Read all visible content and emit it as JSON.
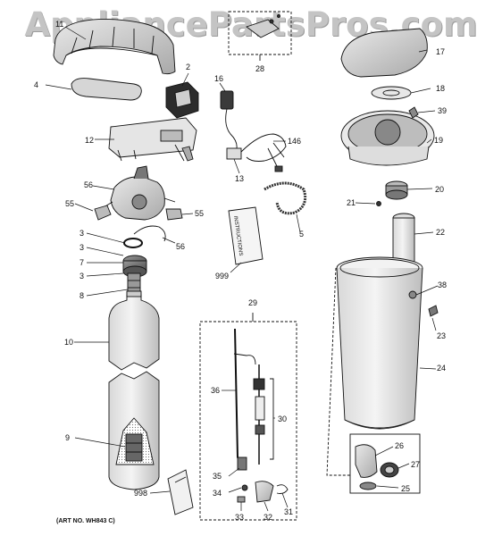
{
  "watermark": "AppliancePartsPros.com",
  "art_number": "(ART NO. WH843 C)",
  "booklet_text": "INSTRUCTIONS",
  "callouts": [
    {
      "id": "c-11",
      "label": "11"
    },
    {
      "id": "c-2",
      "label": "2"
    },
    {
      "id": "c-4",
      "label": "4"
    },
    {
      "id": "c-12",
      "label": "12"
    },
    {
      "id": "c-16",
      "label": "16"
    },
    {
      "id": "c-146",
      "label": "146"
    },
    {
      "id": "c-13",
      "label": "13"
    },
    {
      "id": "c-28",
      "label": "28"
    },
    {
      "id": "c-17",
      "label": "17"
    },
    {
      "id": "c-18",
      "label": "18"
    },
    {
      "id": "c-39",
      "label": "39"
    },
    {
      "id": "c-19",
      "label": "19"
    },
    {
      "id": "c-20",
      "label": "20"
    },
    {
      "id": "c-21",
      "label": "21"
    },
    {
      "id": "c-22",
      "label": "22"
    },
    {
      "id": "c-56a",
      "label": "56"
    },
    {
      "id": "c-55a",
      "label": "55"
    },
    {
      "id": "c-55b",
      "label": "55"
    },
    {
      "id": "c-56b",
      "label": "56"
    },
    {
      "id": "c-3a",
      "label": "3"
    },
    {
      "id": "c-3b",
      "label": "3"
    },
    {
      "id": "c-7",
      "label": "7"
    },
    {
      "id": "c-3c",
      "label": "3"
    },
    {
      "id": "c-8",
      "label": "8"
    },
    {
      "id": "c-5",
      "label": "5"
    },
    {
      "id": "c-999",
      "label": "999"
    },
    {
      "id": "c-38",
      "label": "38"
    },
    {
      "id": "c-23",
      "label": "23"
    },
    {
      "id": "c-24",
      "label": "24"
    },
    {
      "id": "c-10",
      "label": "10"
    },
    {
      "id": "c-29",
      "label": "29"
    },
    {
      "id": "c-36",
      "label": "36"
    },
    {
      "id": "c-30",
      "label": "30"
    },
    {
      "id": "c-9",
      "label": "9"
    },
    {
      "id": "c-35",
      "label": "35"
    },
    {
      "id": "c-34",
      "label": "34"
    },
    {
      "id": "c-33",
      "label": "33"
    },
    {
      "id": "c-32",
      "label": "32"
    },
    {
      "id": "c-31",
      "label": "31"
    },
    {
      "id": "c-998",
      "label": "998"
    },
    {
      "id": "c-26",
      "label": "26"
    },
    {
      "id": "c-27",
      "label": "27"
    },
    {
      "id": "c-25",
      "label": "25"
    }
  ]
}
